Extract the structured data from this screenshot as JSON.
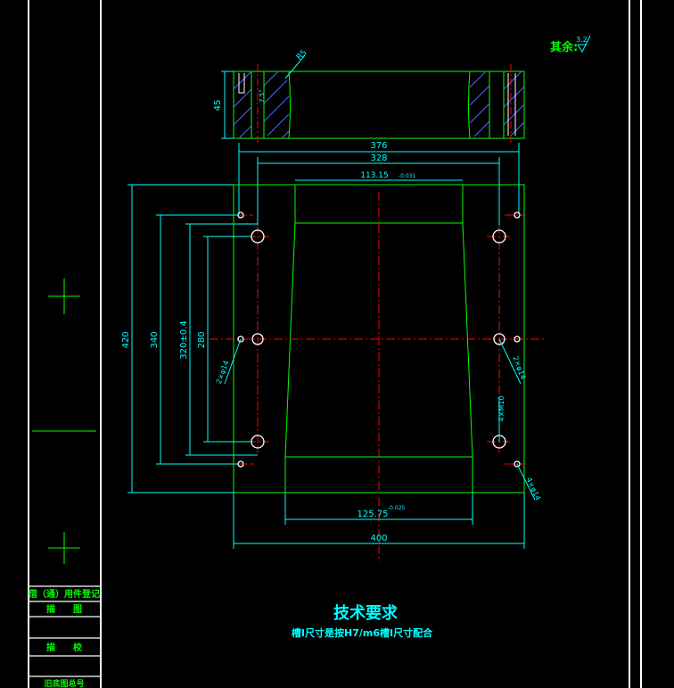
{
  "title_block": {
    "row1": "借（通）用件登记",
    "row2": "描　　图",
    "row3": "描　　校",
    "row4": "旧底图总号"
  },
  "roughness": {
    "label": "其余:",
    "value": "3.2"
  },
  "side_view": {
    "height_label": "45",
    "chamfer_label": "R5",
    "angle_label": "7.5°"
  },
  "dimensions": {
    "d376": "376",
    "d328": "328",
    "d113": "113.15",
    "d113_tol": "-0.031",
    "d420": "420",
    "d340": "340",
    "d320": "320±0.4",
    "d280": "280",
    "d125": "125.75",
    "d125_tol": "-0.025",
    "d400": "400",
    "hole_left": "2×φ14",
    "hole_right": "2×φ14",
    "hole_m10": "4×M10",
    "hole_bottom": "4×φ14"
  },
  "tech_req": {
    "title": "技术要求",
    "text": "槽I尺寸是按H7/m6槽I尺寸配合"
  },
  "colors": {
    "white": "#ffffff",
    "green": "#00ff00",
    "cyan": "#00ffff",
    "red": "#ff0000",
    "yellow": "#ffff00"
  }
}
